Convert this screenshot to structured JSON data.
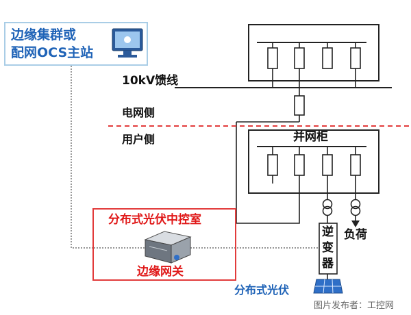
{
  "labels": {
    "master_station_line1": "边缘集群或",
    "master_station_line2": "配网OCS主站",
    "feeder": "10kV馈线",
    "grid_side": "电网侧",
    "user_side": "用户侧",
    "grid_cabinet": "并网柜",
    "pv_control_room": "分布式光伏中控室",
    "edge_gateway": "边缘网关",
    "inverter_1": "逆",
    "inverter_2": "变",
    "inverter_3": "器",
    "load": "负荷",
    "distributed_pv": "分布式光伏",
    "watermark": "图片发布者：工控网"
  },
  "colors": {
    "line": "#222222",
    "divider": "#e23b3b",
    "blue_text": "#1f63b7",
    "red_text": "#e01818",
    "blue_border": "#a9cde6"
  },
  "icons": {
    "master_station": "monitor-icon",
    "gateway": "gateway-device-icon",
    "pv": "solar-panel-icon",
    "transformer": "transformer-icon"
  }
}
